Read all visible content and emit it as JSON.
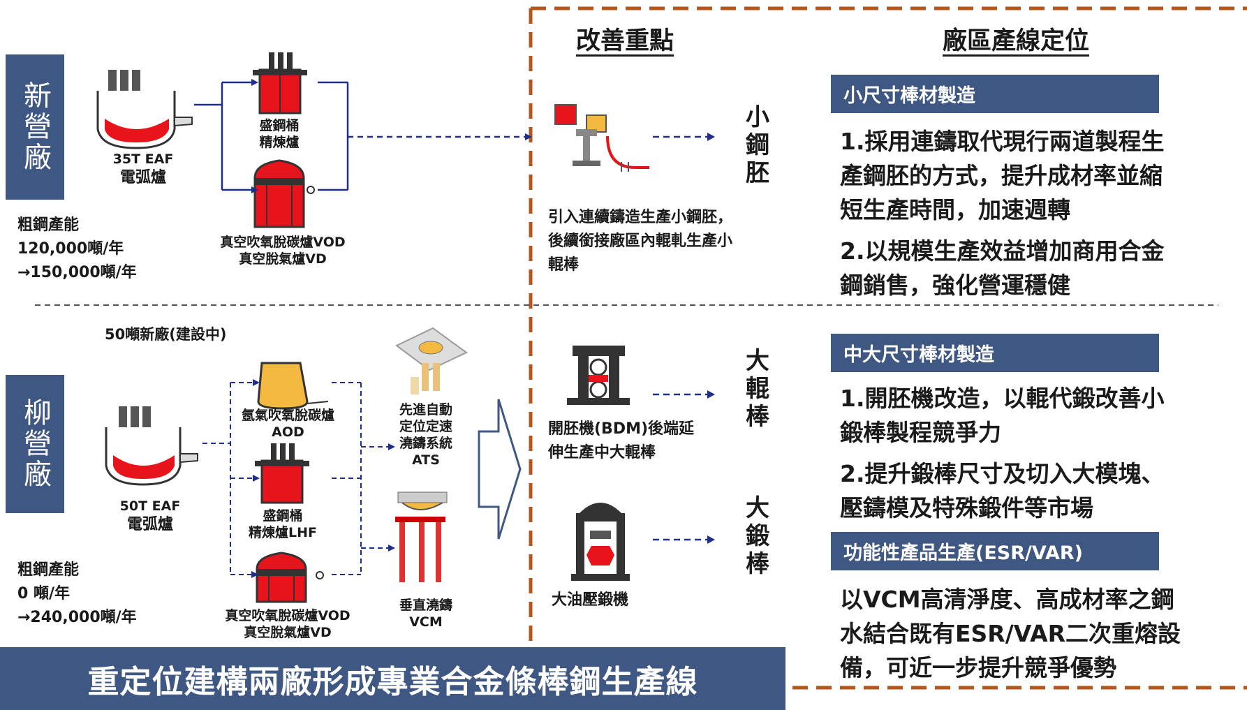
{
  "plants": {
    "xinying": {
      "label": "新營廠",
      "eaf_label": "35T EAF",
      "eaf_name": "電弧爐",
      "ladle_label": "盛鋼桶",
      "ladle_label2": "精煉爐",
      "vod_label": "真空吹氧脫碳爐VOD",
      "vd_label": "真空脫氣爐VD",
      "capacity_title": "粗鋼產能",
      "capacity_from": "120,000噸/年",
      "capacity_to": "→150,000噸/年"
    },
    "liuying": {
      "label": "柳營廠",
      "new_plant": "50噸新廠(建設中)",
      "eaf_label": "50T EAF",
      "eaf_name": "電弧爐",
      "aod_label": "氬氣吹氧脫碳爐",
      "aod_label2": "AOD",
      "lhf_label": "盛鋼桶",
      "lhf_label2": "精煉爐LHF",
      "vod_label": "真空吹氧脫碳爐VOD",
      "vd_label": "真空脫氣爐VD",
      "ats_lines": [
        "先進自動",
        "定位定速",
        "澆鑄系統",
        "ATS"
      ],
      "vcm_label": "垂直澆鑄",
      "vcm_label2": "VCM",
      "capacity_title": "粗鋼產能",
      "capacity_from": "0 噸/年",
      "capacity_to": "→240,000噸/年"
    }
  },
  "improvement": {
    "heading": "改善重點",
    "small_billet": {
      "product": "小鋼胚",
      "desc_lines": [
        "引入連續鑄造生產小鋼胚，",
        "後續銜接廠區內輥軋生產小",
        "輥棒"
      ]
    },
    "large_rolled": {
      "product": "大輥棒",
      "desc_lines": [
        "開胚機(BDM)後端延",
        "伸生產中大輥棒"
      ]
    },
    "large_forged": {
      "product": "大鍛棒",
      "desc_lines": [
        "大油壓鍛機"
      ]
    }
  },
  "positioning": {
    "heading": "廠區產線定位",
    "sections": [
      {
        "title": "小尺寸棒材製造",
        "lines": [
          "1.採用連鑄取代現行兩道製程生",
          "產鋼胚的方式，提升成材率並縮",
          "短生產時間，加速週轉",
          "2.以規模生產效益增加商用合金",
          "鋼銷售，強化營運穩健"
        ]
      },
      {
        "title": "中大尺寸棒材製造",
        "lines": [
          "1.開胚機改造，以輥代鍛改善小",
          "鍛棒製程競爭力",
          "2.提升鍛棒尺寸及切入大模塊、",
          "壓鑄模及特殊鍛件等市場"
        ]
      },
      {
        "title": "功能性產品生產(ESR/VAR)",
        "lines": [
          "以VCM高清淨度、高成材率之鋼",
          "水結合既有ESR/VAR二次重熔設",
          "備，可近一步提升競爭優勢"
        ]
      }
    ]
  },
  "banner": "重定位建構兩廠形成專業合金條棒鋼生產線",
  "colors": {
    "navy": "#3f5783",
    "red": "#e8141b",
    "brown_dash": "#b5561d",
    "arrow": "#1f2e8a"
  }
}
